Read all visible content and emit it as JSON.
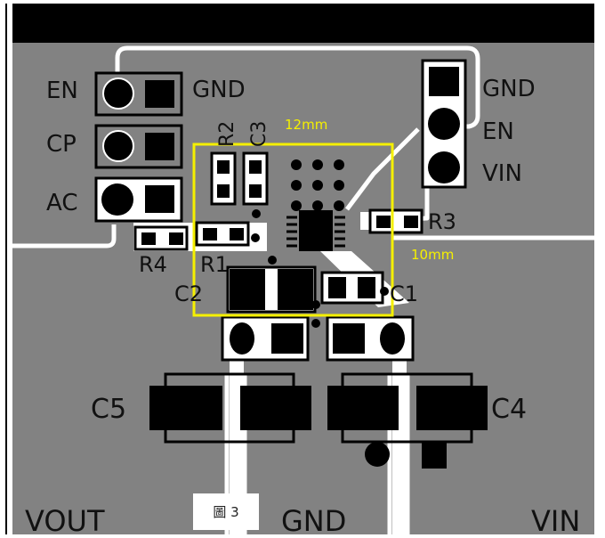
{
  "figure": {
    "caption": "圖 3",
    "title": "PCB layout"
  },
  "colors": {
    "board": "#828282",
    "copper_gap": "#ffffff",
    "pad": "#000000",
    "top_bar": "#000000",
    "dimension": "#f5f000"
  },
  "connectors": {
    "left_header": {
      "pins": [
        {
          "label": "EN",
          "net": "GND"
        },
        {
          "label": "CP",
          "net": ""
        },
        {
          "label": "AC",
          "net": ""
        }
      ],
      "gnd_label": "GND"
    },
    "right_header": {
      "pins": [
        {
          "label": "GND"
        },
        {
          "label": "EN"
        },
        {
          "label": "VIN"
        }
      ]
    }
  },
  "components": {
    "R1": "R1",
    "R2": "R2",
    "R3": "R3",
    "R4": "R4",
    "C1": "C1",
    "C2": "C2",
    "C3": "C3",
    "C4": "C4",
    "C5": "C5"
  },
  "dimensions": {
    "width_label": "12mm",
    "height_label": "10mm"
  },
  "bottom_labels": {
    "vout": "VOUT",
    "gnd": "GND",
    "vin": "VIN"
  }
}
